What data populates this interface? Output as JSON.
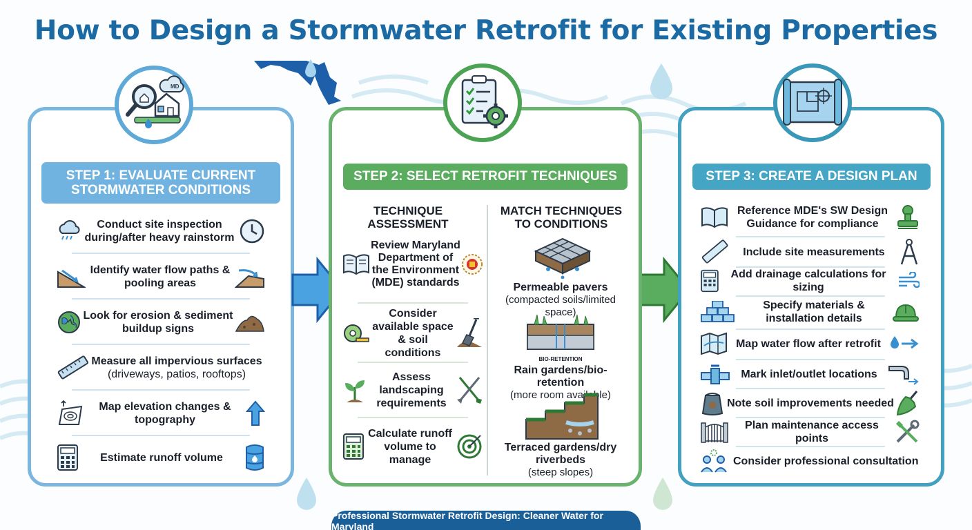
{
  "title": "How to Design a Stormwater Retrofit for Existing Properties",
  "step1": {
    "label": "STEP 1: EVALUATE CURRENT STORMWATER CONDITIONS",
    "items": [
      {
        "text": "Conduct site inspection during/after heavy rainstorm",
        "icon_left": "rain-cloud-icon",
        "icon_right": "clock-icon"
      },
      {
        "text": "Identify water flow paths & pooling areas",
        "icon_left": "slope-flow-icon",
        "icon_right": "flow-arrow-icon"
      },
      {
        "text": "Look for erosion & sediment buildup signs",
        "icon_left": "globe-icon",
        "icon_right": "soil-pile-icon"
      },
      {
        "text": "Measure all impervious surfaces",
        "sub": "(driveways, patios, rooftops)",
        "icon_left": "ruler-icon"
      },
      {
        "text": "Map elevation changes & topography",
        "icon_left": "topo-map-icon",
        "icon_right": "up-arrow-icon"
      },
      {
        "text": "Estimate runoff volume",
        "icon_left": "calculator-icon",
        "icon_right": "barrel-icon"
      }
    ]
  },
  "step2": {
    "label": "STEP 2: SELECT RETROFIT TECHNIQUES",
    "col1_head": "TECHNIQUE ASSESSMENT",
    "col2_head": "MATCH TECHNIQUES TO CONDITIONS",
    "assessment": [
      {
        "text": "Review Maryland Department of the Environment (MDE) standards",
        "icon_left": "book-icon",
        "icon_right": "seal-icon"
      },
      {
        "text": "Consider available space & soil conditions",
        "icon_left": "tape-measure-icon",
        "icon_right": "shovel-icon"
      },
      {
        "text": "Assess landscaping requirements",
        "icon_left": "seedling-icon",
        "icon_right": "garden-tools-icon"
      },
      {
        "text": "Calculate runoff volume to manage",
        "icon_left": "calculator-icon",
        "icon_right": "target-icon"
      }
    ],
    "techniques": [
      {
        "name": "Permeable pavers",
        "cond": "(compacted soils/limited space)",
        "icon": "pavers-icon"
      },
      {
        "name": "Rain gardens/bio-retention",
        "cond": "(more room available)",
        "icon": "rain-garden-icon",
        "tag": "BIO-RETENTION"
      },
      {
        "name": "Terraced gardens/dry riverbeds",
        "cond": "(steep slopes)",
        "icon": "terrace-icon"
      }
    ]
  },
  "step3": {
    "label": "STEP 3: CREATE A DESIGN PLAN",
    "items": [
      {
        "text": "Reference MDE's SW Design Guidance for compliance",
        "icon_left": "book-icon",
        "icon_right": "stamp-icon"
      },
      {
        "text": "Include site measurements",
        "icon_left": "ruler-icon",
        "icon_right": "compass-icon"
      },
      {
        "text": "Add drainage calculations for sizing",
        "icon_left": "calculator-icon",
        "icon_right": "wind-icon"
      },
      {
        "text": "Specify materials & installation details",
        "icon_left": "bricks-icon",
        "icon_right": "hard-hat-icon"
      },
      {
        "text": "Map water flow after retrofit",
        "icon_left": "folded-map-icon",
        "icon_right": "drop-arrow-icon"
      },
      {
        "text": "Mark inlet/outlet locations",
        "icon_left": "pipe-valve-icon",
        "icon_right": "pipe-outlet-icon"
      },
      {
        "text": "Note soil improvements needed",
        "icon_left": "soil-bag-icon",
        "icon_right": "trowel-icon"
      },
      {
        "text": "Plan maintenance access points",
        "icon_left": "gate-icon",
        "icon_right": "wrench-icon"
      },
      {
        "text": "Consider professional consultation",
        "icon_left": "consultation-icon"
      }
    ]
  },
  "map_tag": "MD",
  "footer": "Professional Stormwater Retrofit Design: Cleaner Water for Maryland",
  "colors": {
    "title": "#1b6aa3",
    "step1": "#71b3e0",
    "step2": "#5aac5f",
    "step3": "#45a5c4",
    "footer": "#1b5f99"
  }
}
